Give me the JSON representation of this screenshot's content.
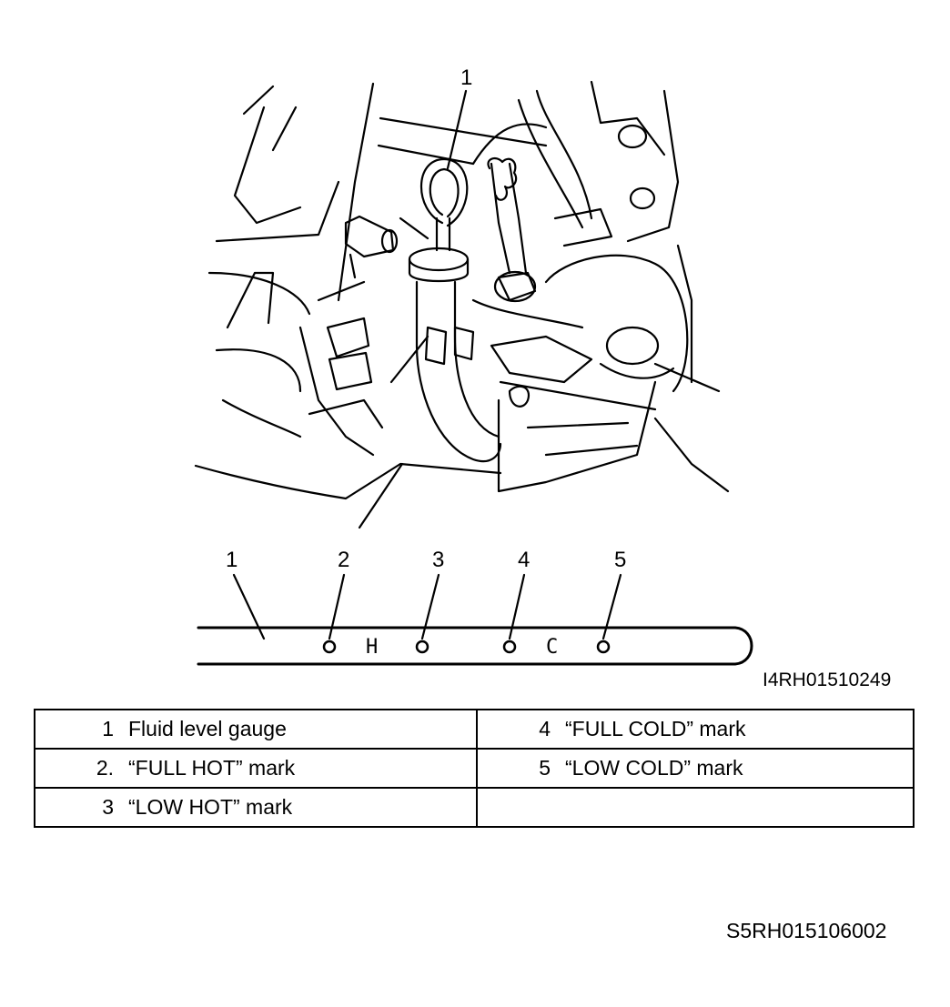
{
  "figure": {
    "top_callouts": [
      "1"
    ],
    "gauge_callouts": [
      "1",
      "2",
      "3",
      "4",
      "5"
    ],
    "gauge_letters": [
      "H",
      "C"
    ],
    "figure_code": "I4RH01510249"
  },
  "legend": {
    "rows": [
      {
        "left_num": "1",
        "left_text": "Fluid level gauge",
        "right_num": "4",
        "right_text": "“FULL COLD” mark"
      },
      {
        "left_num": "2.",
        "left_text": "“FULL HOT” mark",
        "right_num": "5",
        "right_text": "“LOW COLD” mark"
      },
      {
        "left_num": "3",
        "left_text": "“LOW HOT” mark",
        "right_num": "",
        "right_text": ""
      }
    ]
  },
  "footer_code": "S5RH015106002",
  "colors": {
    "line": "#000000",
    "background": "#ffffff"
  }
}
